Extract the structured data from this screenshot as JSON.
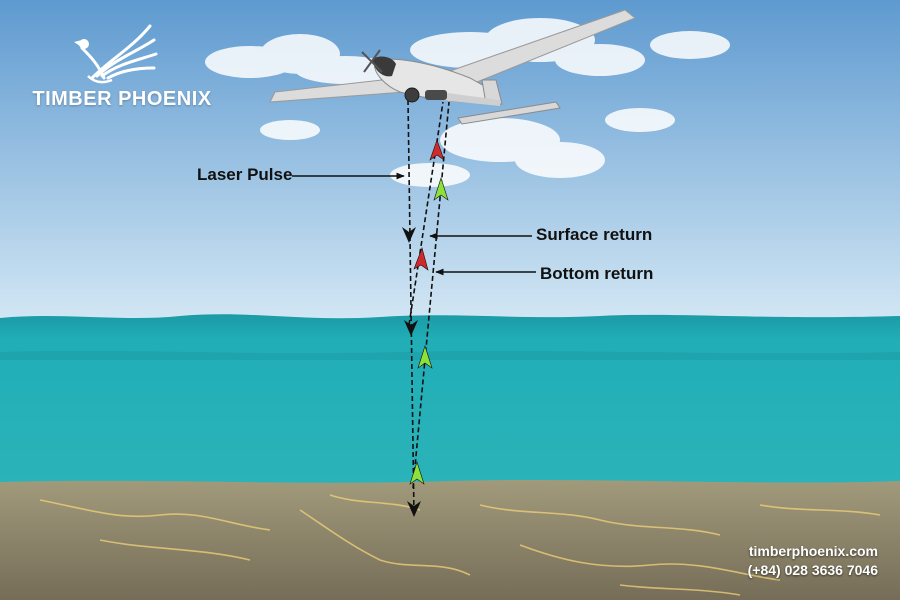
{
  "brand": {
    "name": "TIMBER PHOENIX",
    "logo_icon": "phoenix-logo-icon"
  },
  "labels": {
    "laser_pulse": "Laser Pulse",
    "surface_return": "Surface return",
    "bottom_return": "Bottom return"
  },
  "contact": {
    "website": "timberphoenix.com",
    "phone": "(+84) 028 3636 7046"
  },
  "colors": {
    "sky_top": "#5e9ad0",
    "sky_bottom": "#d3e7f4",
    "water": "#22adb6",
    "seabed": "#8d8368",
    "pulse_arrow": "#111111",
    "surface_arrow": "#d12a2a",
    "bottom_arrow": "#8ee03a"
  }
}
